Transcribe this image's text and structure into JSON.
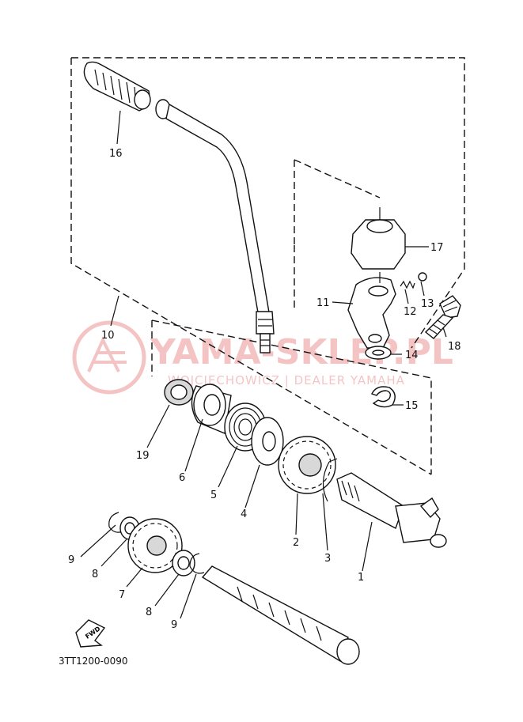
{
  "diagram": {
    "code": "3TT1200-0090",
    "fwd_label": "FWD",
    "watermark": {
      "brand": "YAMA-SKLEP.PL",
      "tagline": "WOJCIECHOWICZ | DEALER YAMAHA",
      "color": "#e05a5a"
    },
    "labels": {
      "p1": "1",
      "p2": "2",
      "p3": "3",
      "p4": "4",
      "p5": "5",
      "p6": "6",
      "p7": "7",
      "p8a": "8",
      "p8b": "8",
      "p9a": "9",
      "p9b": "9",
      "p10": "10",
      "p11": "11",
      "p12": "12",
      "p13": "13",
      "p14": "14",
      "p15": "15",
      "p16": "16",
      "p17": "17",
      "p18": "18",
      "p19": "19"
    }
  }
}
